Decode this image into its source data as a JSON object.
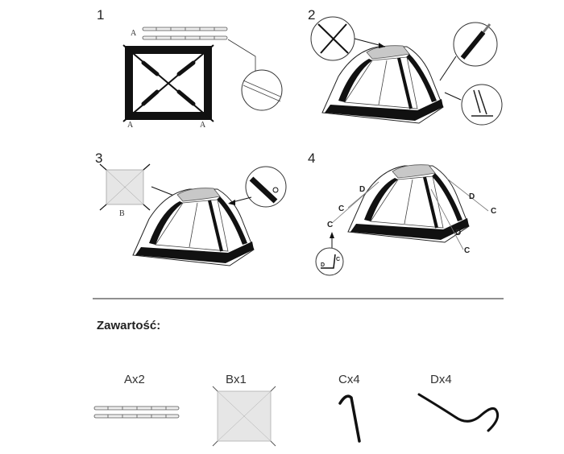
{
  "steps": [
    {
      "number": "1",
      "labels": [
        "A",
        "A",
        "A"
      ]
    },
    {
      "number": "2"
    },
    {
      "number": "3",
      "labels": [
        "B"
      ]
    },
    {
      "number": "4",
      "labels": [
        "D",
        "C",
        "C",
        "D",
        "C",
        "D",
        "C",
        "D",
        "C"
      ]
    }
  ],
  "contents": {
    "title": "Zawartość:",
    "items": [
      {
        "label": "Ax2"
      },
      {
        "label": "Bx1"
      },
      {
        "label": "Cx4"
      },
      {
        "label": "Dx4"
      }
    ]
  },
  "colors": {
    "ink": "#1a1a1a",
    "roof": "#c8c8c8",
    "sheet": "#e6e6e6"
  }
}
